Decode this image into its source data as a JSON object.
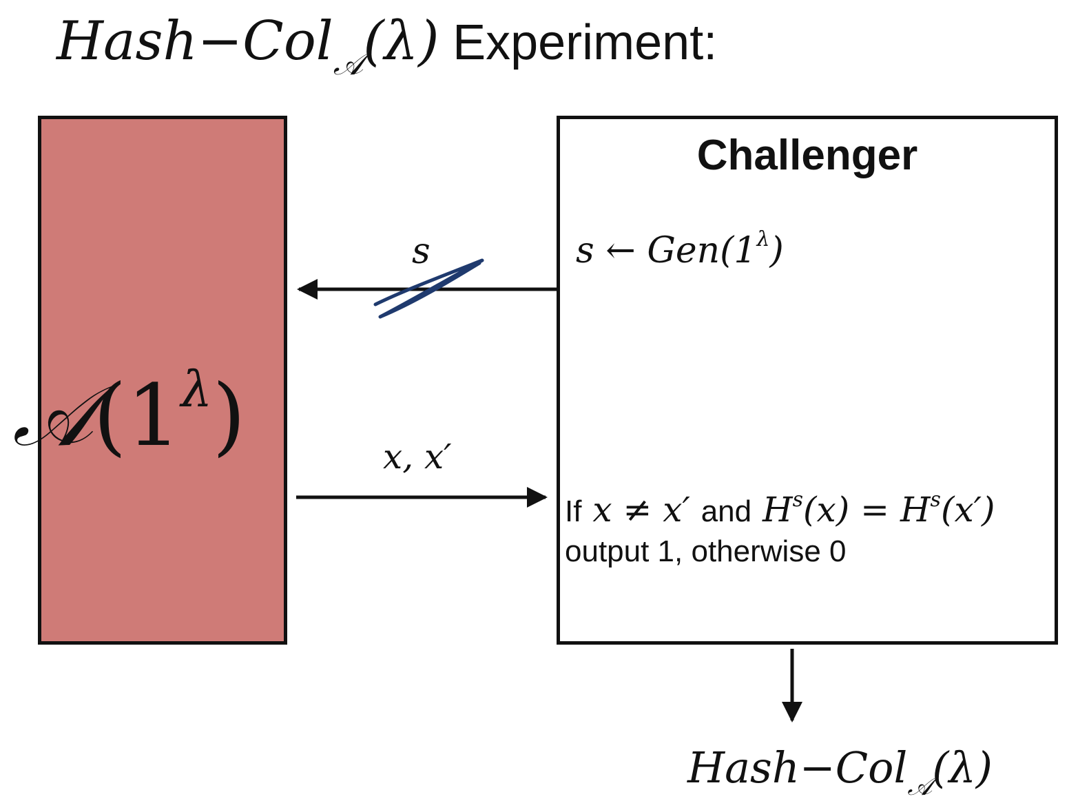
{
  "title": {
    "math_main": "Hash−Col",
    "math_sub": "𝒜",
    "math_arg": "(λ)",
    "text": "Experiment:"
  },
  "adversary": {
    "symbol": "𝒜",
    "open": "(1",
    "exponent": "λ",
    "close": ")"
  },
  "challenger": {
    "title": "Challenger",
    "gen_lhs": "s ← Gen(1",
    "gen_exp": "λ",
    "gen_close": ")",
    "cond_if": "If",
    "cond_neq": "x ≠ x′",
    "cond_and": "and",
    "cond_h1": "H",
    "cond_h1_sup": "s",
    "cond_h1_arg": "(x) = H",
    "cond_h2_sup": "s",
    "cond_h2_arg": "(x′)",
    "cond_line2": "output 1, otherwise 0"
  },
  "messages": {
    "to_adversary": "s",
    "to_challenger": "x, x′"
  },
  "result": {
    "main": "Hash−Col",
    "sub": "𝒜",
    "arg": "(λ)"
  },
  "colors": {
    "adversary_fill": "#cf7b77",
    "ink": "#111111",
    "annotation_ink": "#1f3a6e"
  }
}
